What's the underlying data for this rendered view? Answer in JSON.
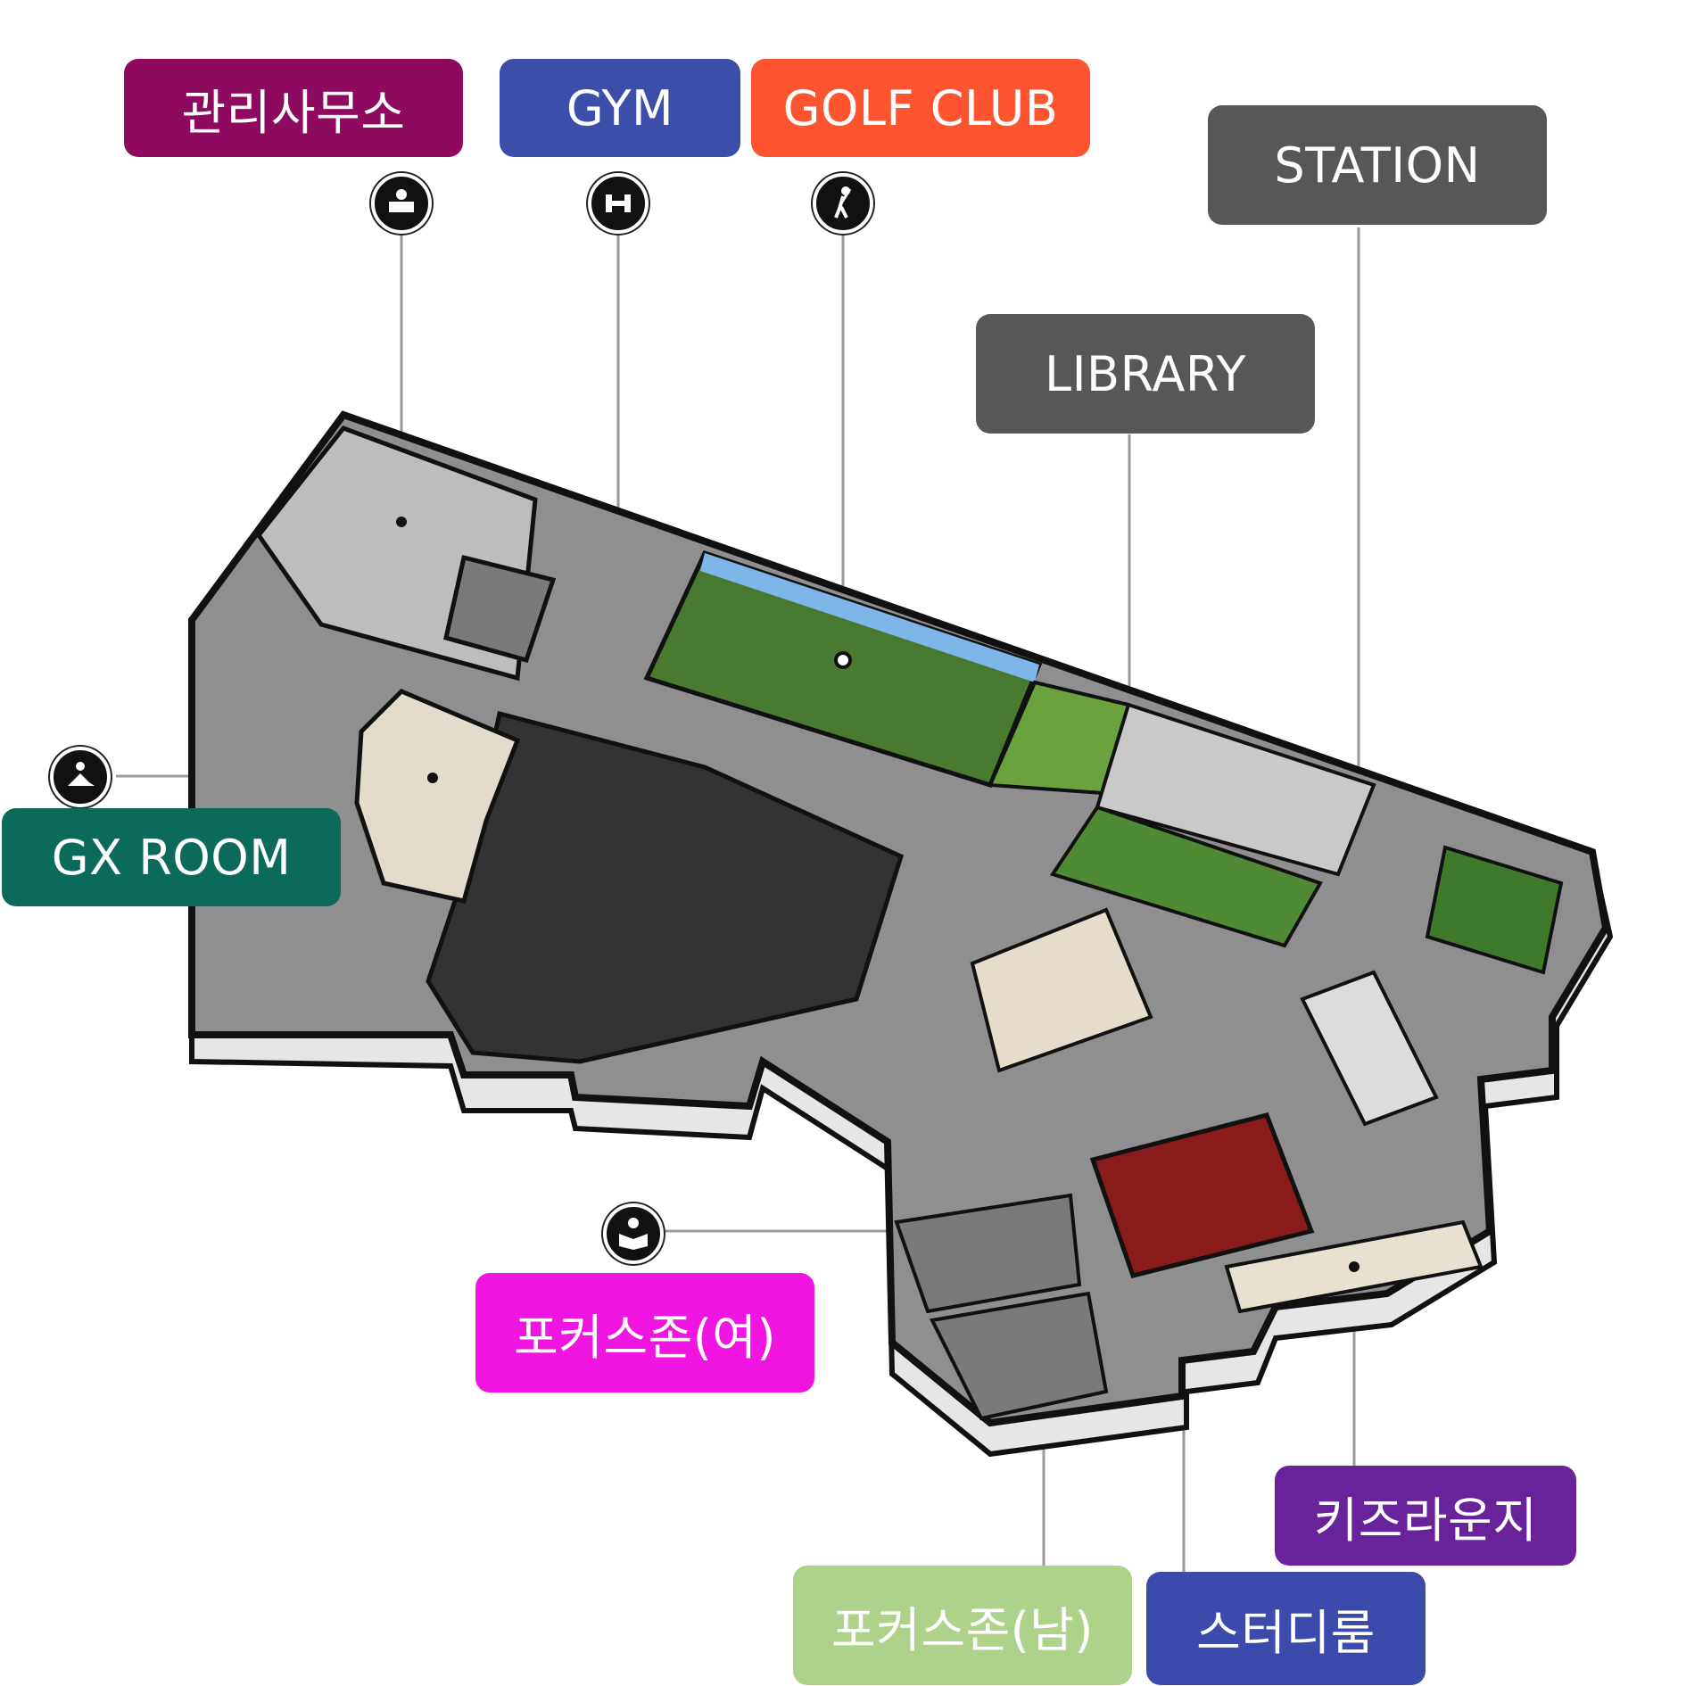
{
  "labels": {
    "management_office": "관리사무소",
    "gym": "GYM",
    "golf_club": "GOLF CLUB",
    "station": "STATION",
    "library": "LIBRARY",
    "gx_room": "GX ROOM",
    "focus_zone_female": "포커스존(여)",
    "kids_lounge": "키즈라운지",
    "focus_zone_male": "포커스존(남)",
    "study_room": "스터디룸"
  },
  "colors": {
    "management_office": "#8E0A5F",
    "gym": "#3C4DAA",
    "golf_club": "#FE5430",
    "station": "#575757",
    "library": "#575757",
    "gx_room": "#0C6A5A",
    "focus_zone_female": "#F015E0",
    "kids_lounge": "#69239A",
    "focus_zone_male": "#AFD28A",
    "study_room": "#3C4AAC"
  },
  "icons": {
    "management_office": "reception-desk-icon",
    "gym": "dumbbell-icon",
    "golf_club": "golfer-icon",
    "gx_room": "yoga-icon",
    "focus_zone_female": "book-reader-icon"
  }
}
